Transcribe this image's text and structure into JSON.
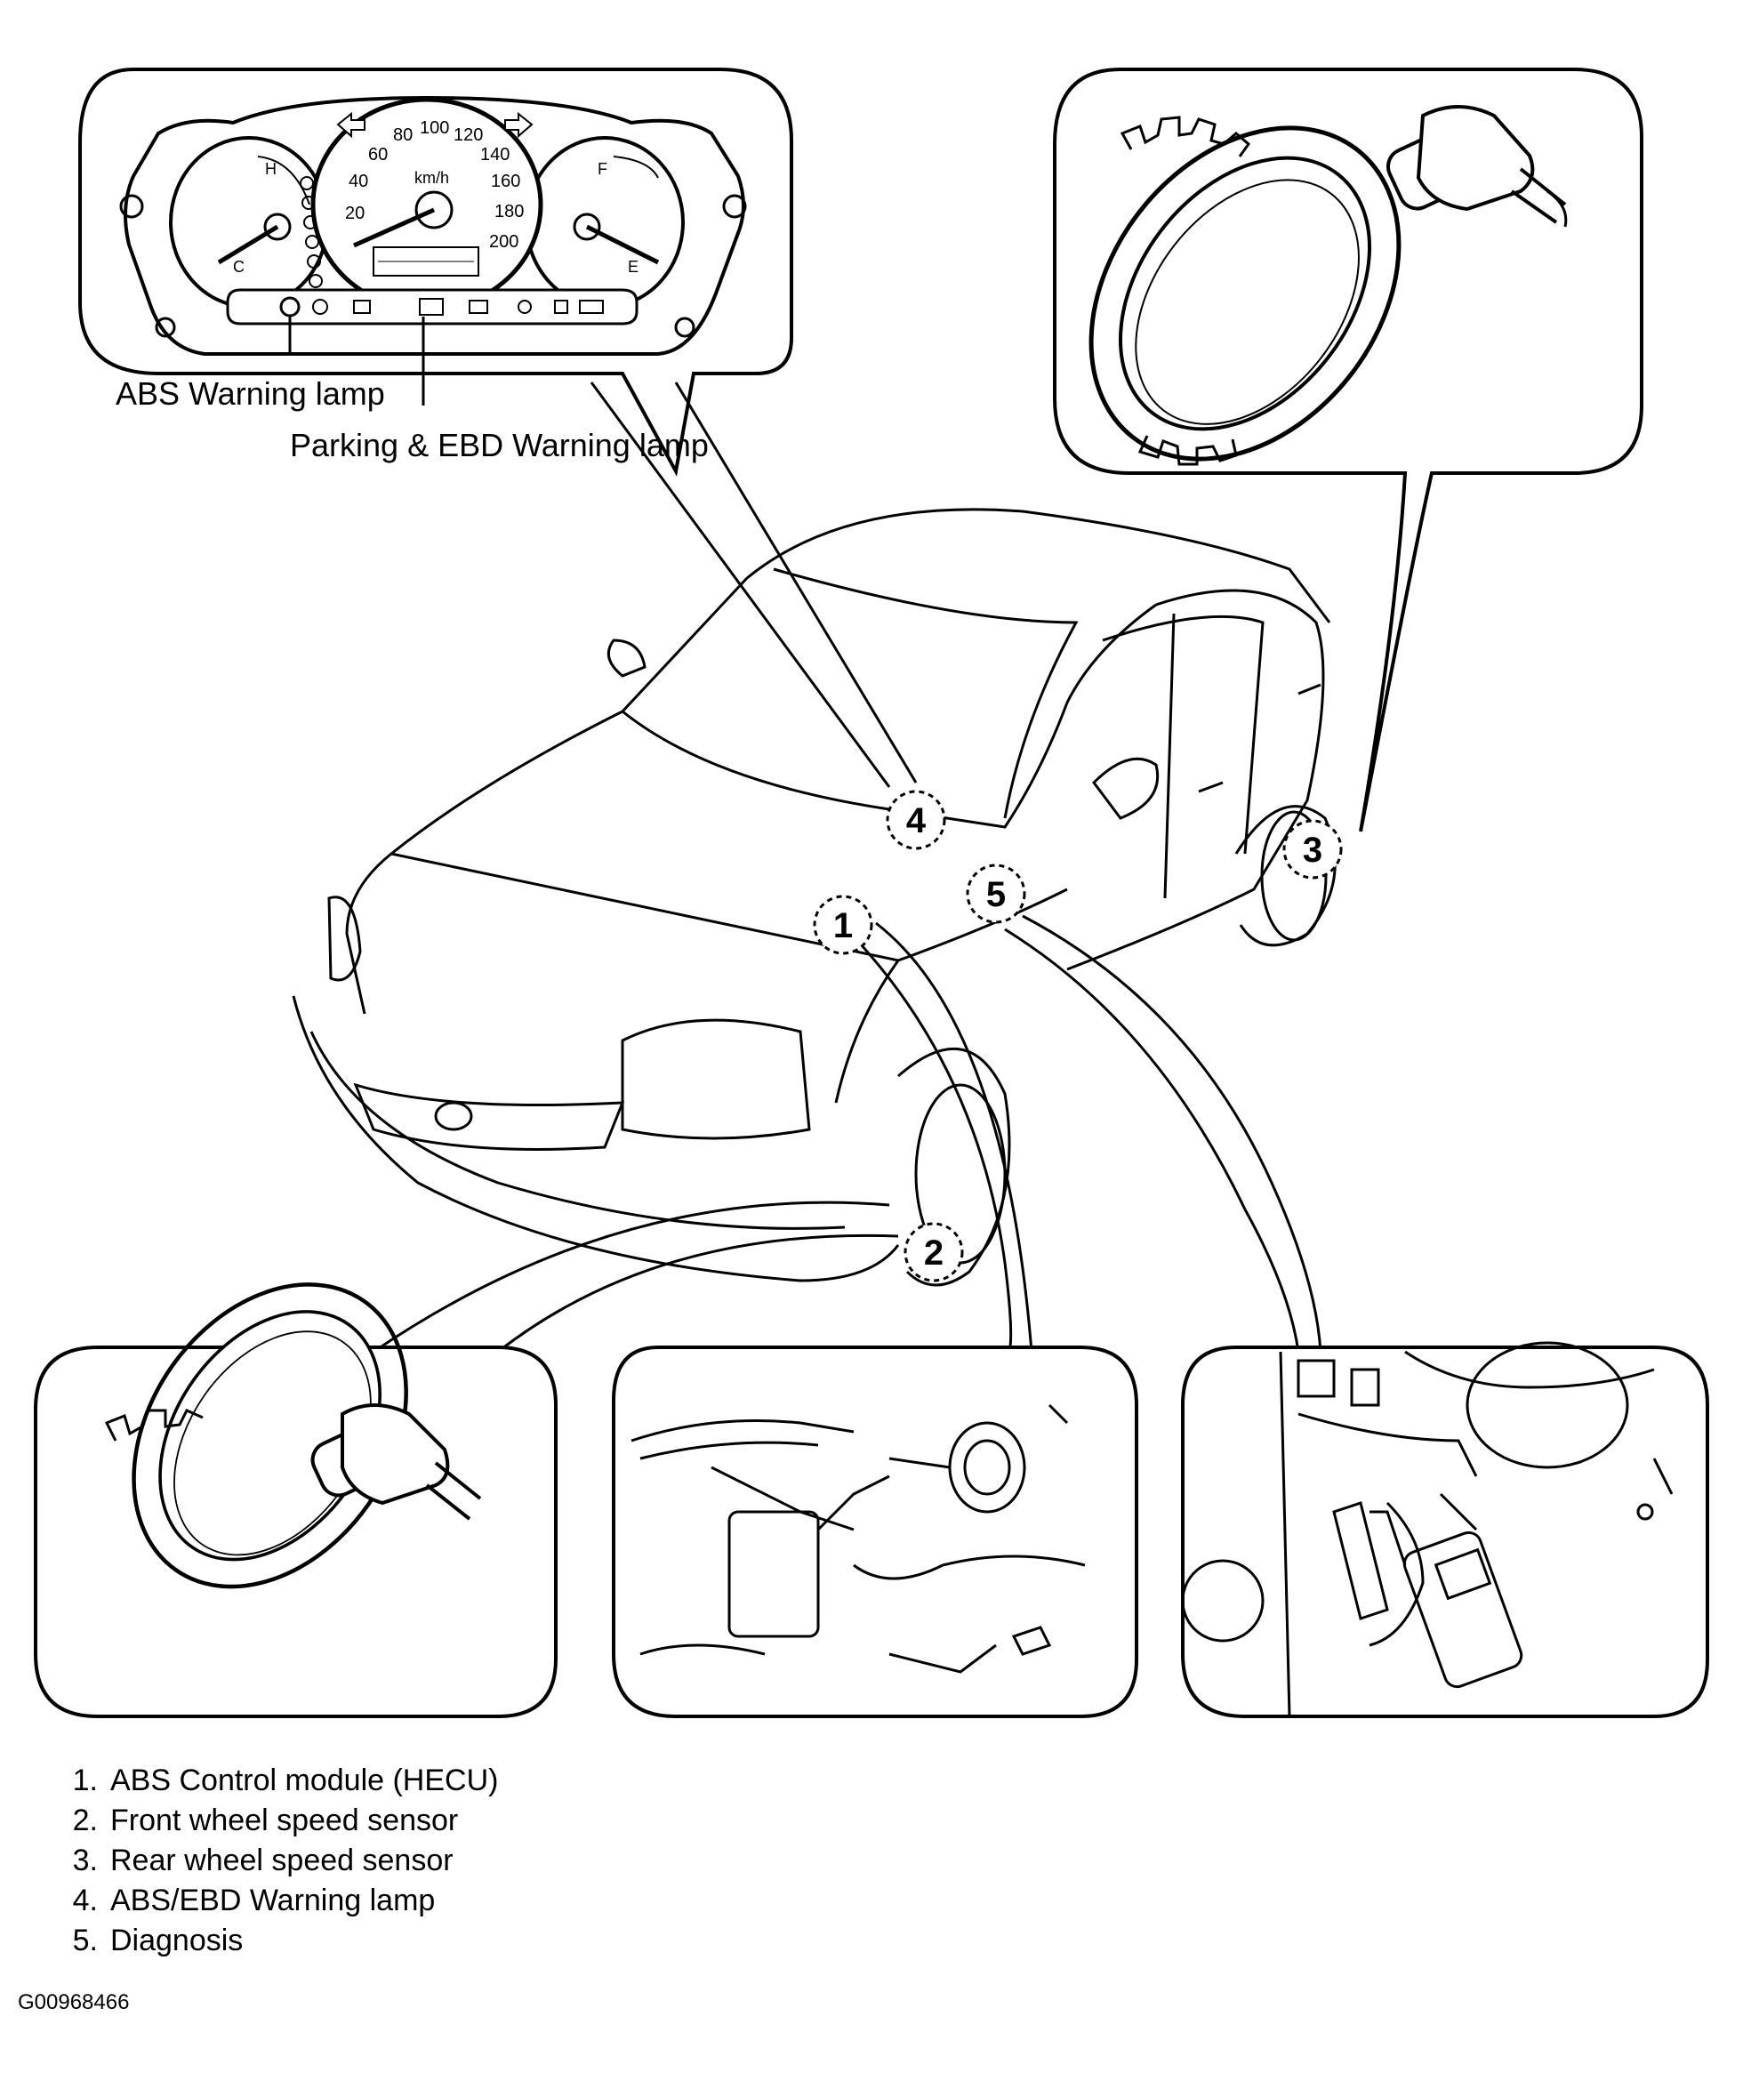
{
  "callouts": {
    "abs_warning_lamp": "ABS Warning lamp",
    "parking_ebd_lamp": "Parking & EBD Warning lamp"
  },
  "gauge": {
    "unit": "km/h",
    "speeds": [
      "20",
      "40",
      "60",
      "80",
      "100",
      "120",
      "140",
      "160",
      "180",
      "200"
    ],
    "temp_hot": "H",
    "temp_cold": "C",
    "fuel_full": "F",
    "fuel_empty": "E"
  },
  "badges": [
    "1",
    "2",
    "3",
    "4",
    "5"
  ],
  "legend": [
    {
      "num": "1.",
      "text": "ABS Control module (HECU)"
    },
    {
      "num": "2.",
      "text": "Front wheel speed sensor"
    },
    {
      "num": "3.",
      "text": "Rear wheel speed sensor"
    },
    {
      "num": "4.",
      "text": "ABS/EBD Warning lamp"
    },
    {
      "num": "5.",
      "text": "Diagnosis"
    }
  ],
  "figure_code": "G00968466"
}
